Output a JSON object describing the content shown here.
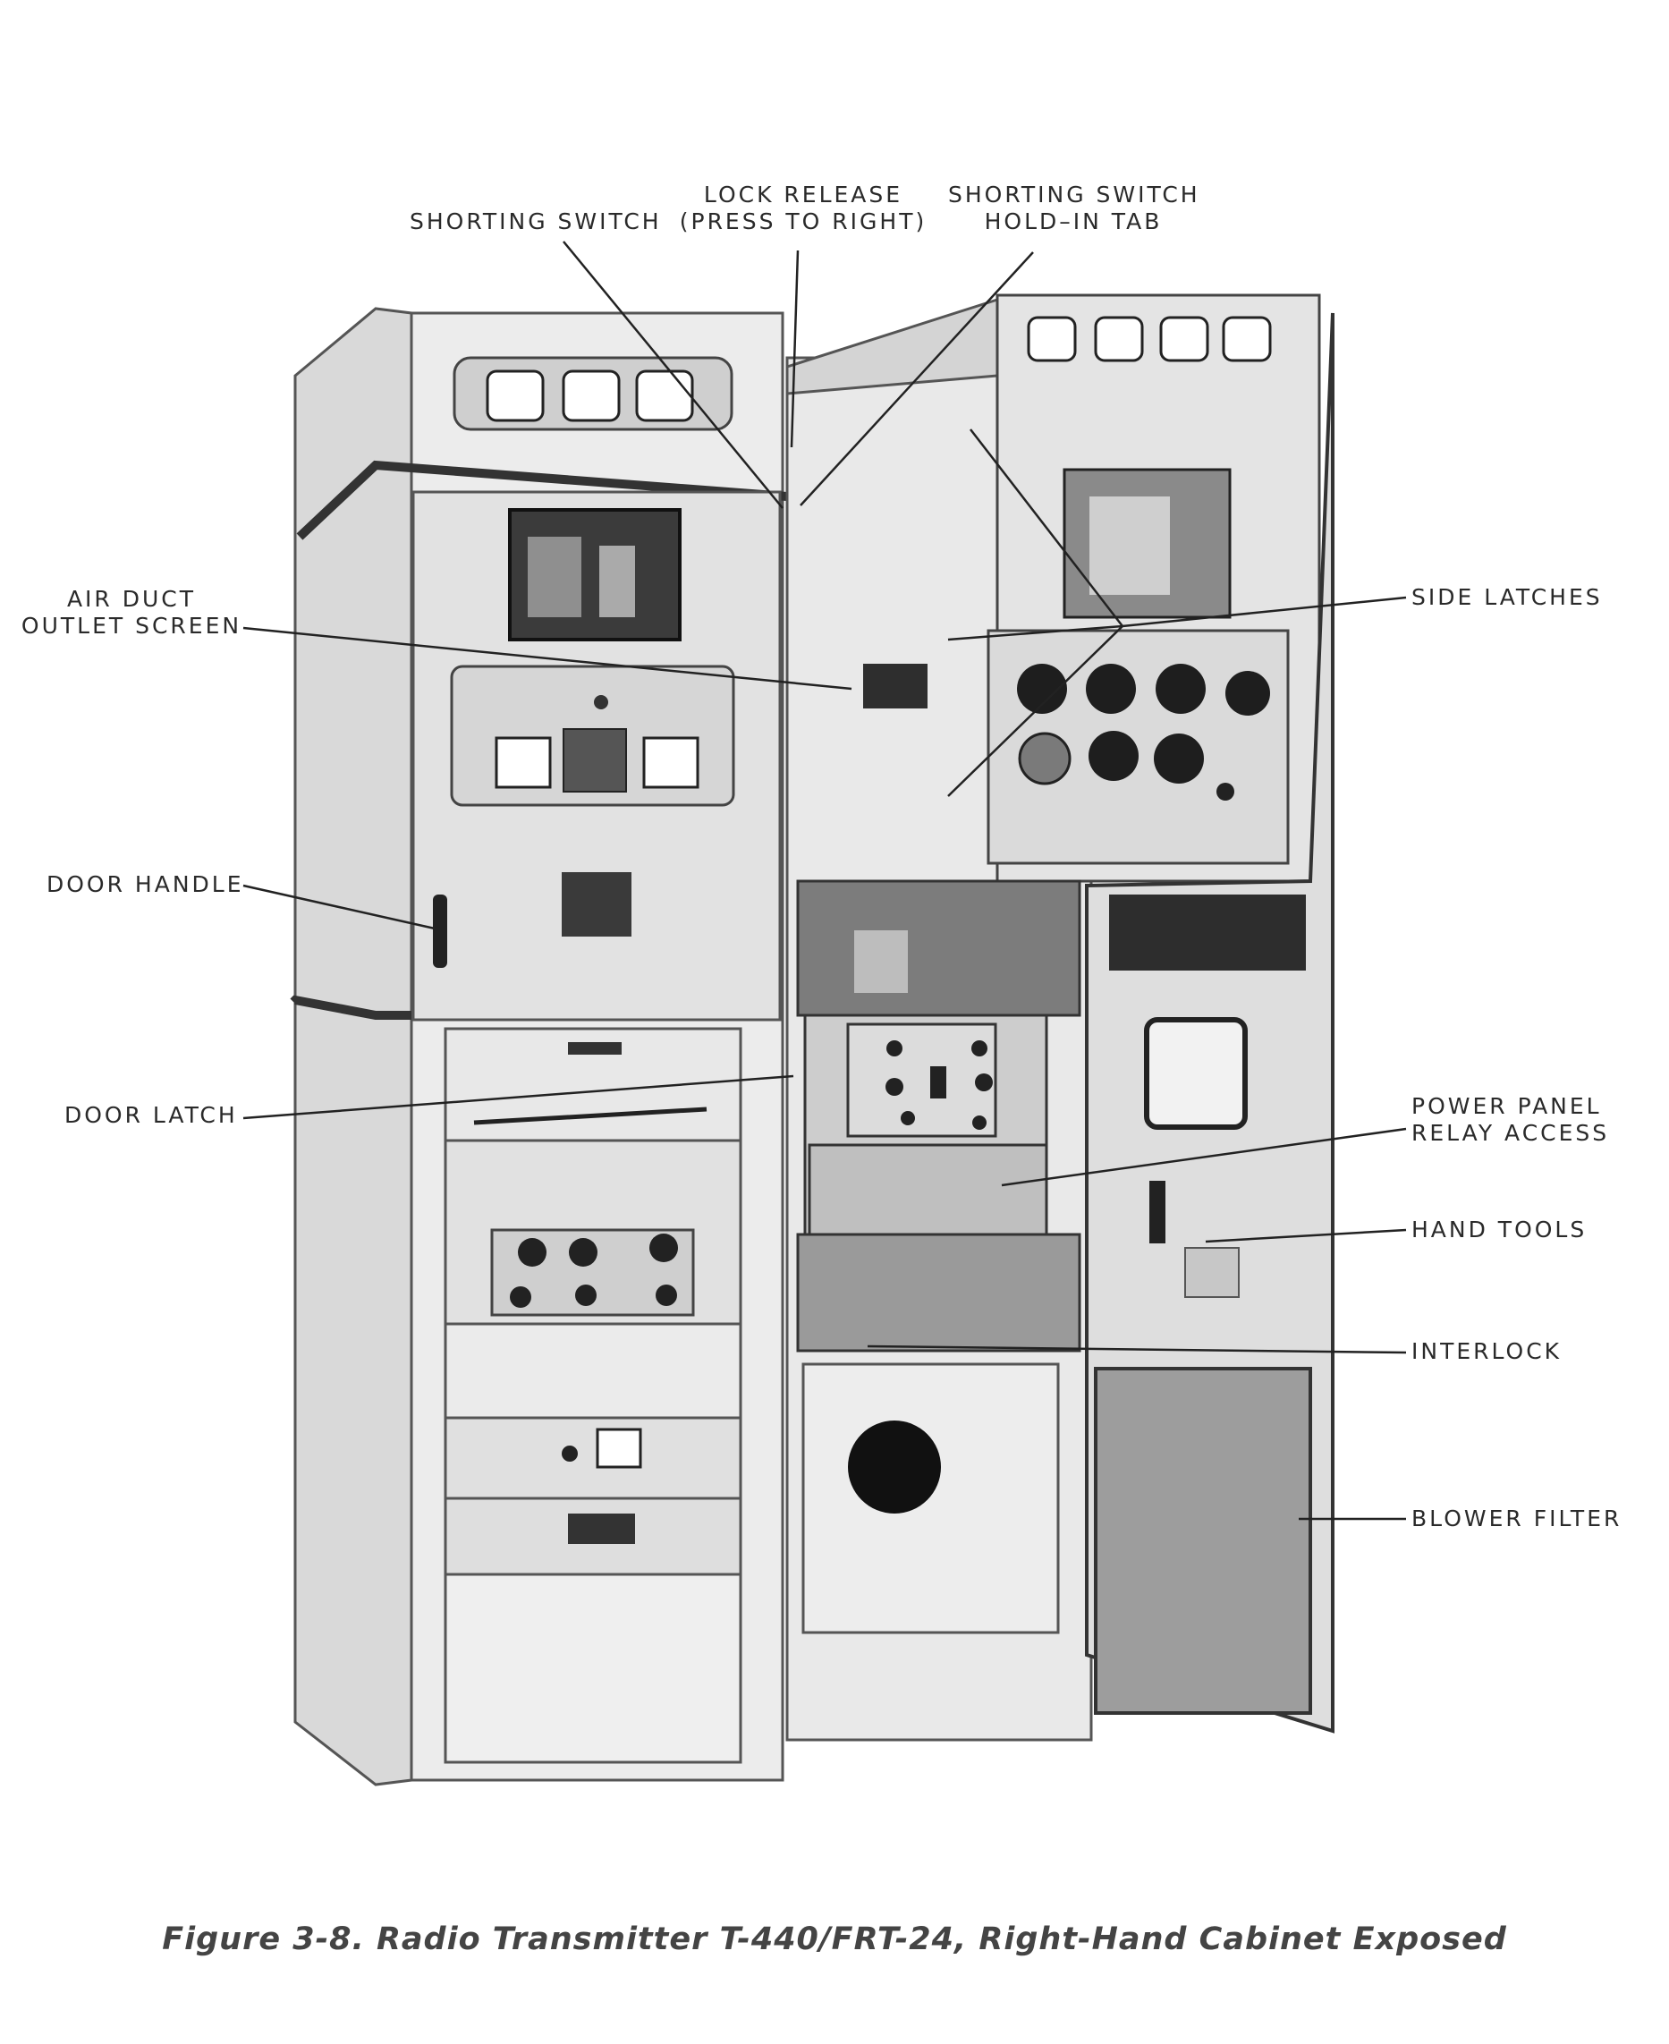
{
  "callouts": {
    "shorting_switch": "SHORTING SWITCH",
    "lock_release": [
      "LOCK RELEASE",
      "(PRESS TO RIGHT)"
    ],
    "shorting_switch_hold_in_tab": [
      "SHORTING SWITCH",
      "HOLD–IN TAB"
    ],
    "air_duct_outlet_screen": [
      "AIR DUCT",
      "OUTLET SCREEN"
    ],
    "side_latches": "SIDE LATCHES",
    "door_handle": "DOOR HANDLE",
    "door_latch": "DOOR LATCH",
    "power_panel_relay_access": [
      "POWER PANEL",
      "RELAY ACCESS"
    ],
    "hand_tools": "HAND TOOLS",
    "interlock": "INTERLOCK",
    "blower_filter": "BLOWER FILTER"
  },
  "caption": "Figure 3-8.  Radio Transmitter T-440/FRT-24, Right-Hand Cabinet Exposed",
  "colors": {
    "ink": "#2a2a2a",
    "cabinet": "#e6e6e6",
    "shadow": "#bdbdbd",
    "dark": "#222222"
  }
}
